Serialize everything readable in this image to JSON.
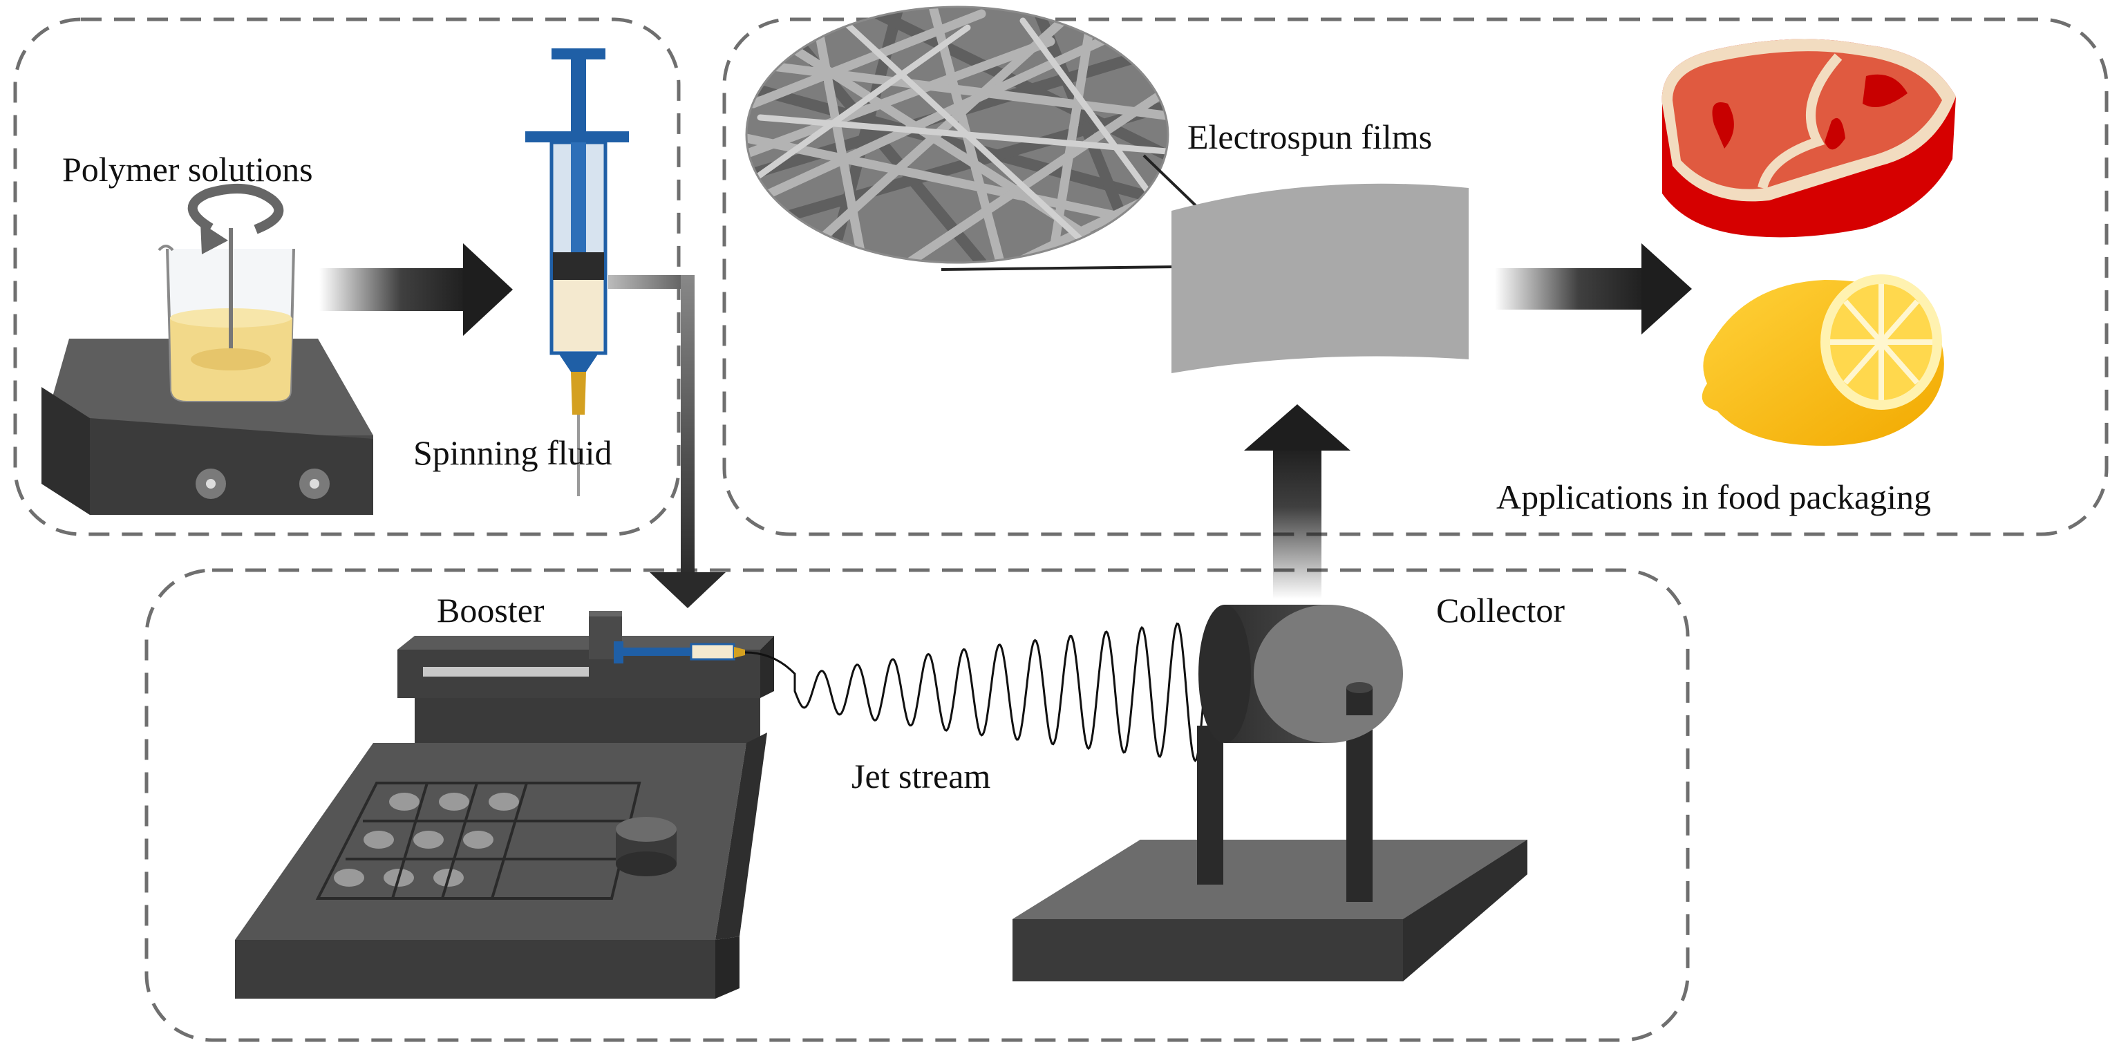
{
  "labels": {
    "polymer_solutions": "Polymer solutions",
    "spinning_fluid": "Spinning fluid",
    "electrospun_films": "Electrospun films",
    "applications": "Applications in food packaging",
    "booster": "Booster",
    "collector": "Collector",
    "jet_stream": "Jet stream"
  },
  "colors": {
    "dashed_border": "#6f6f6f",
    "arrow": "#1e1e1e",
    "device_dark": "#3a3a3a",
    "device_mid": "#555555",
    "device_light": "#6c6c6c",
    "syringe_blue": "#1f5fa6",
    "needle_gold": "#d4a020",
    "solution_yellow": "#f2d98a",
    "film_gray": "#a9a9a9",
    "meat_red": "#e05a40",
    "meat_dark": "#d60000",
    "lemon": "#ffc000"
  },
  "icons": [
    "stirrer-icon",
    "beaker-icon",
    "rotation-arrow-icon",
    "syringe-icon",
    "nanofiber-sem-icon",
    "film-sheet-icon",
    "meat-icon",
    "lemon-icon",
    "syringe-pump-icon",
    "drum-collector-icon"
  ]
}
